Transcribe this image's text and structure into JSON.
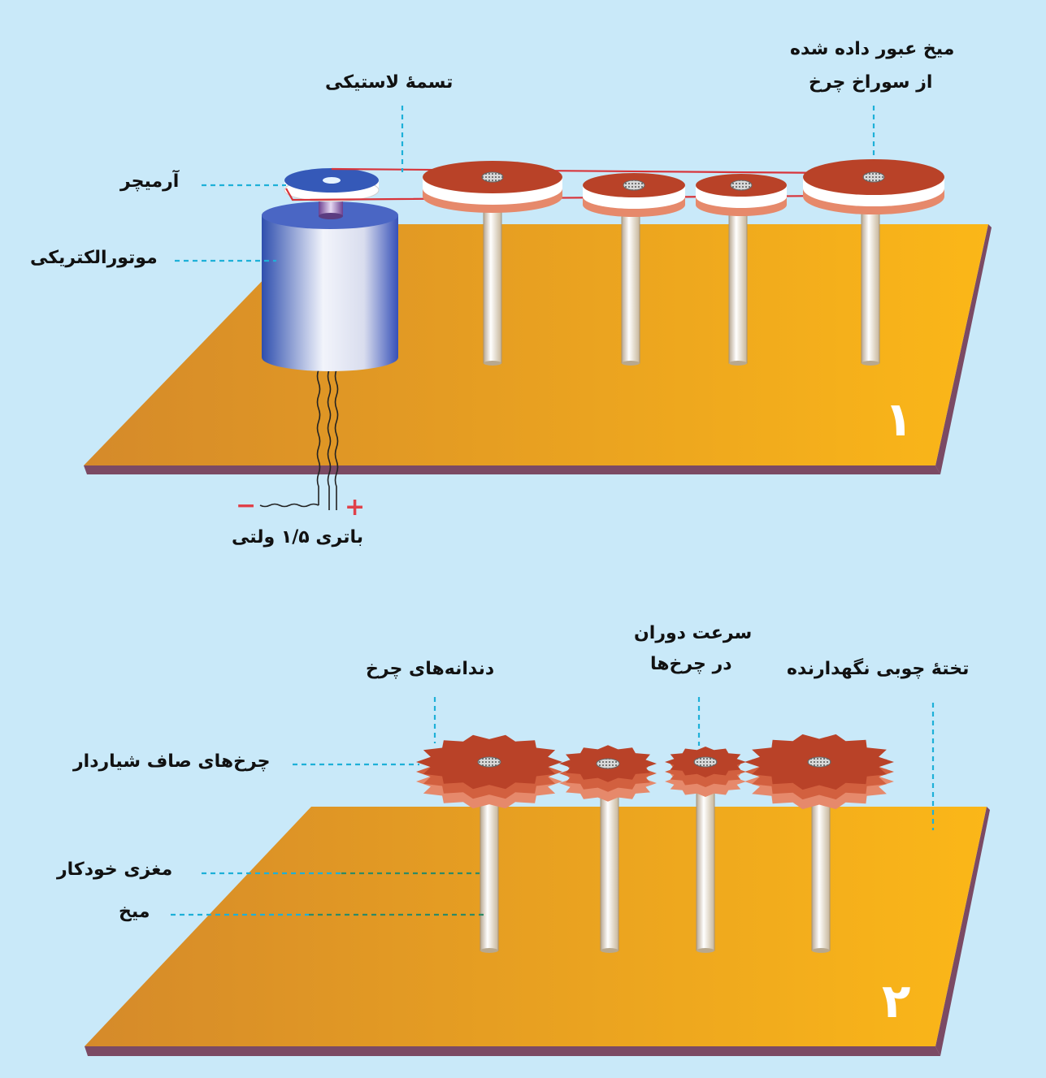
{
  "colors": {
    "background": "#c9e9f9",
    "board_light": "#fbb718",
    "board_dark": "#d58a2a",
    "board_edge": "#7b4a64",
    "wheel": "#b94228",
    "wheel_light": "#e6896b",
    "belt": "#d8343a",
    "leader_line": "#1eb0d8",
    "leader_line_dark": "#2e8a66",
    "motor": "#3f63c2",
    "polarity_sign": "#e0414a"
  },
  "diagram1": {
    "number": "۱",
    "labels": {
      "belt": "تسمهٔ لاستیکی",
      "nail_line1": "میخ عبور داده شده",
      "nail_line2": "از سوراخ چرخ",
      "armature": "آرمیچر",
      "motor": "موتورالکتریکی",
      "battery": "باتری ۱/۵ ولتی",
      "minus": "−",
      "plus": "+"
    }
  },
  "diagram2": {
    "number": "۲",
    "labels": {
      "teeth": "دندانه‌های چرخ",
      "speed_line1": "سرعت دوران",
      "speed_line2": "در چرخ‌ها",
      "board": "تختهٔ چوبی نگهدارنده",
      "gears": "چرخ‌های صاف شیاردار",
      "pen_refill": "مغزی خودکار",
      "nail": "میخ"
    }
  }
}
